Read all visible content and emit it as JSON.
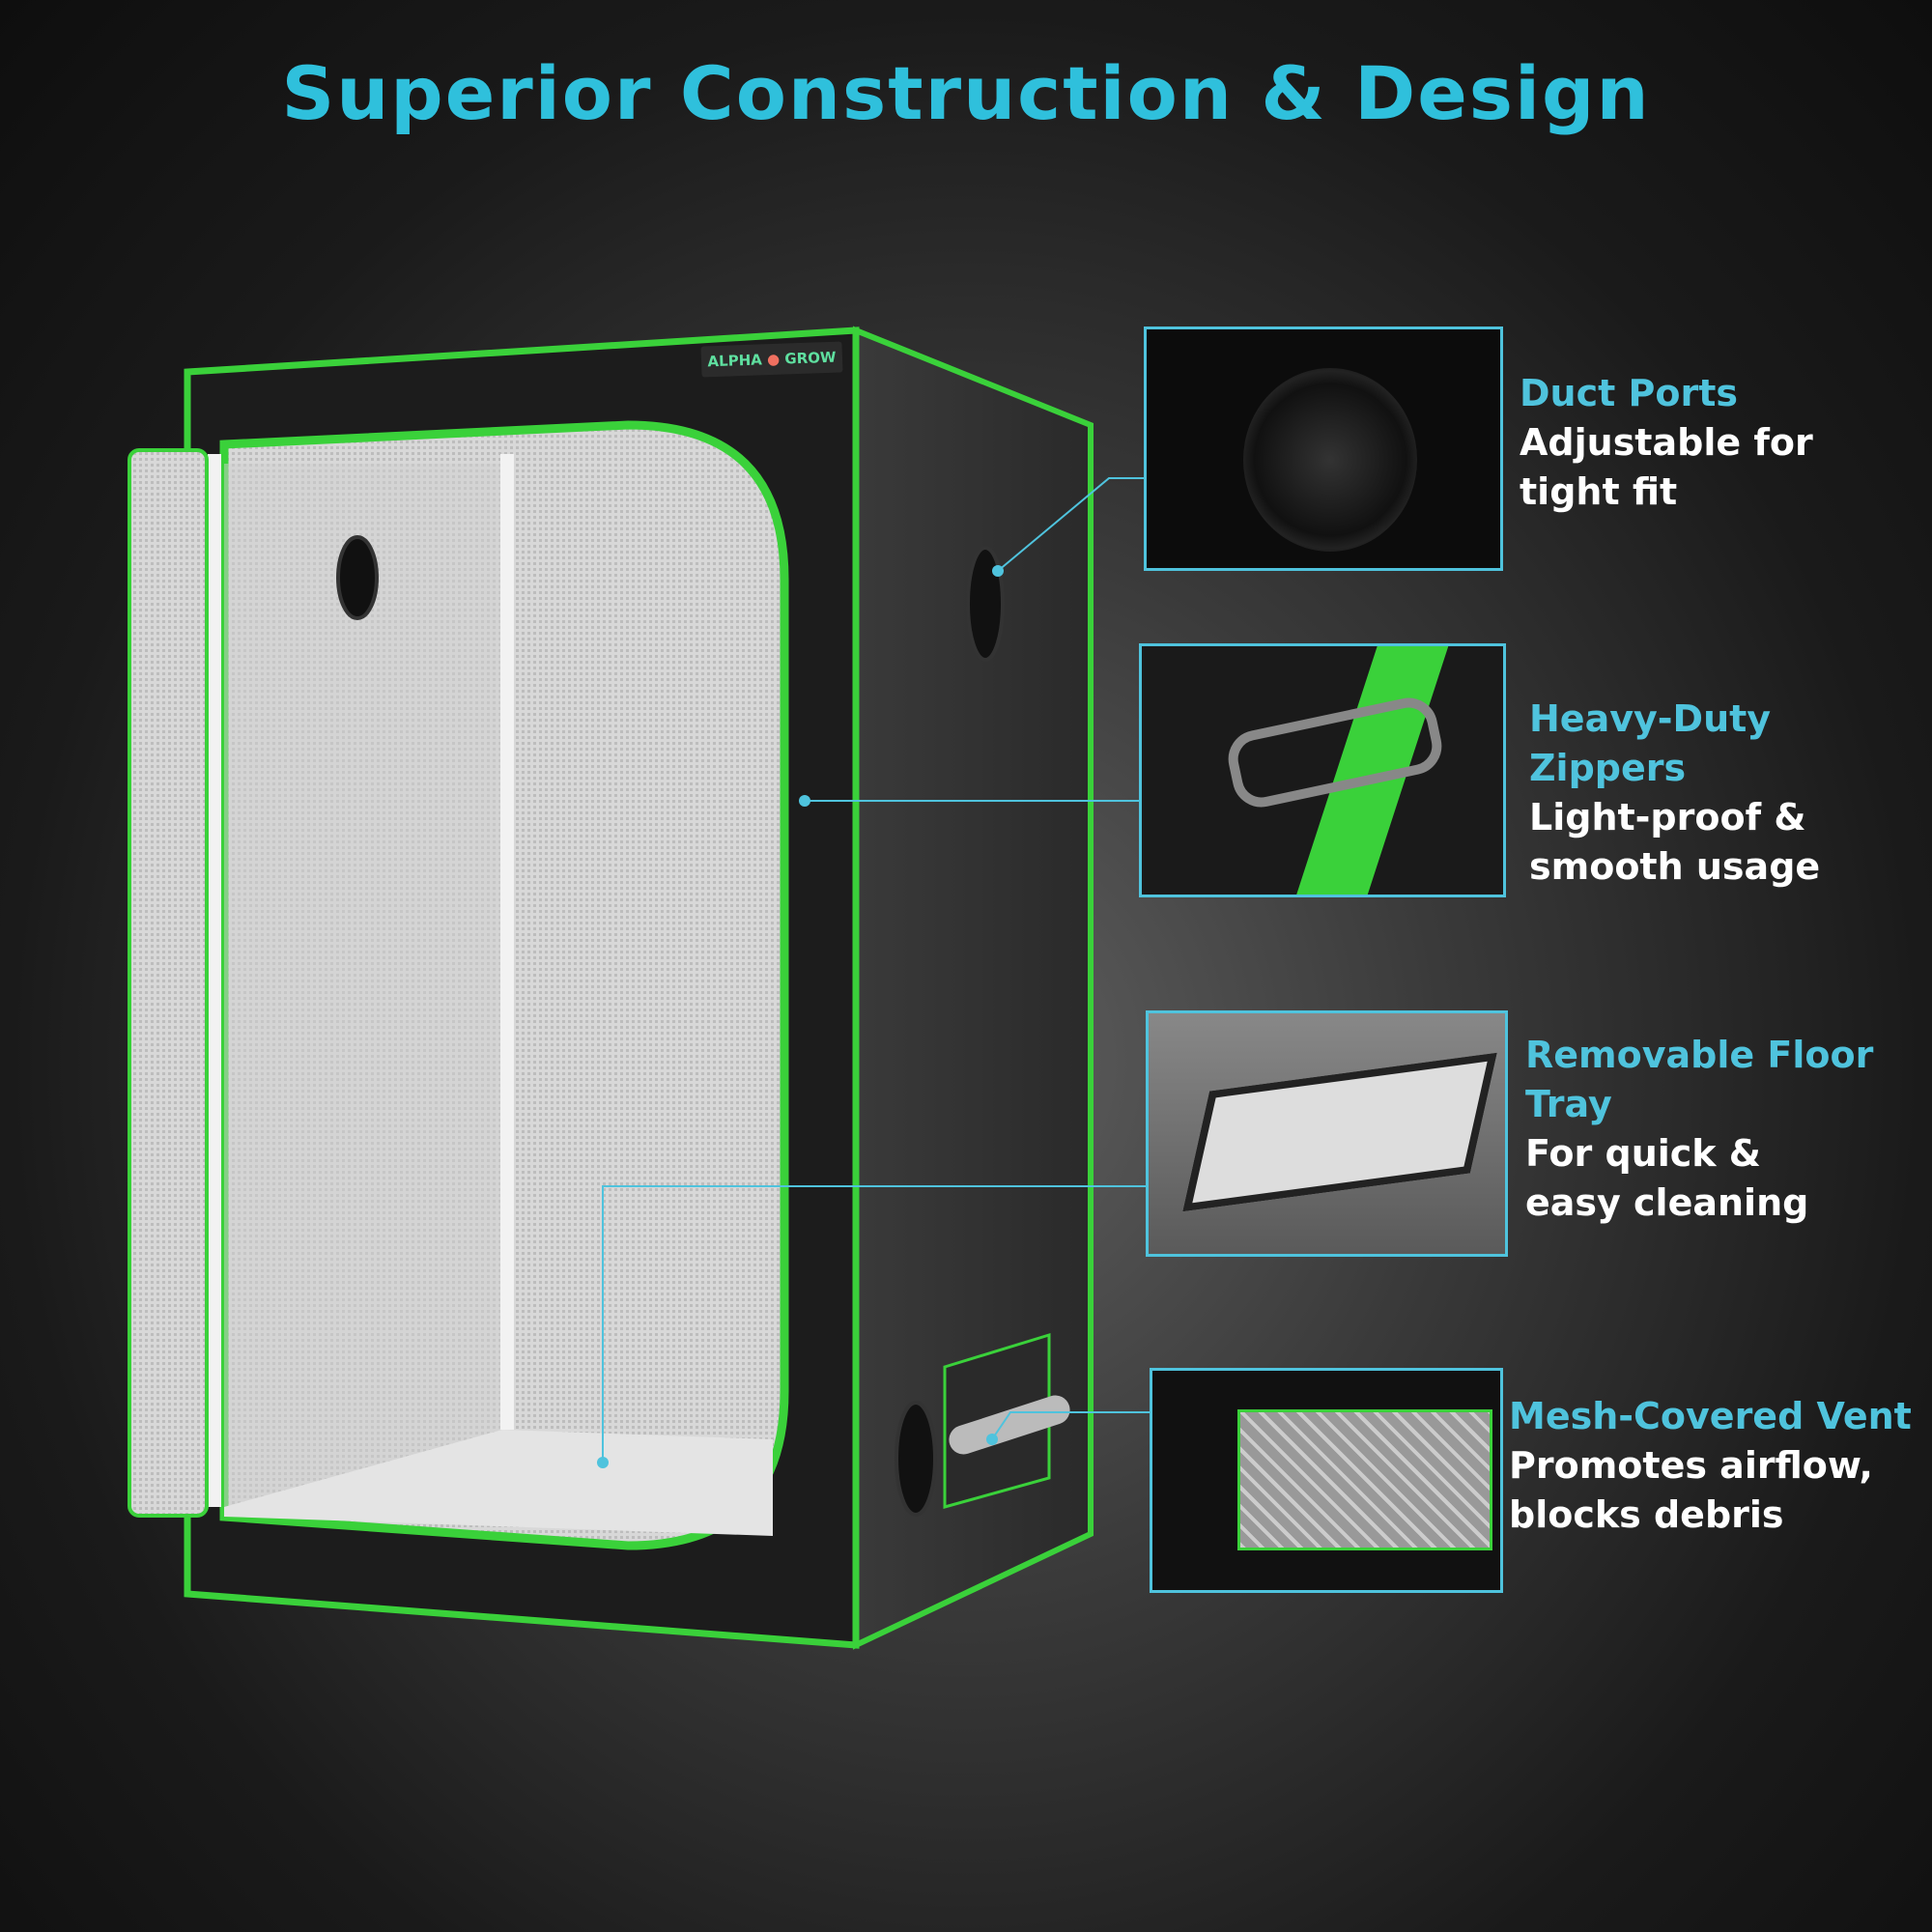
{
  "title": "Superior Construction & Design",
  "logo": {
    "left": "ALPHA",
    "right": "GROW"
  },
  "callouts": [
    {
      "heading": "Duct Ports",
      "line1": "Adjustable for",
      "line2": "tight fit"
    },
    {
      "heading": "Heavy-Duty Zippers",
      "line1": "Light-proof &",
      "line2": "smooth usage"
    },
    {
      "heading": "Removable Floor Tray",
      "line1": "For quick &",
      "line2": "easy cleaning"
    },
    {
      "heading": "Mesh-Covered Vent",
      "line1": "Promotes airflow,",
      "line2": "blocks debris"
    }
  ],
  "colors": {
    "accent": "#4fc3dd",
    "trim": "#3ad13a"
  }
}
